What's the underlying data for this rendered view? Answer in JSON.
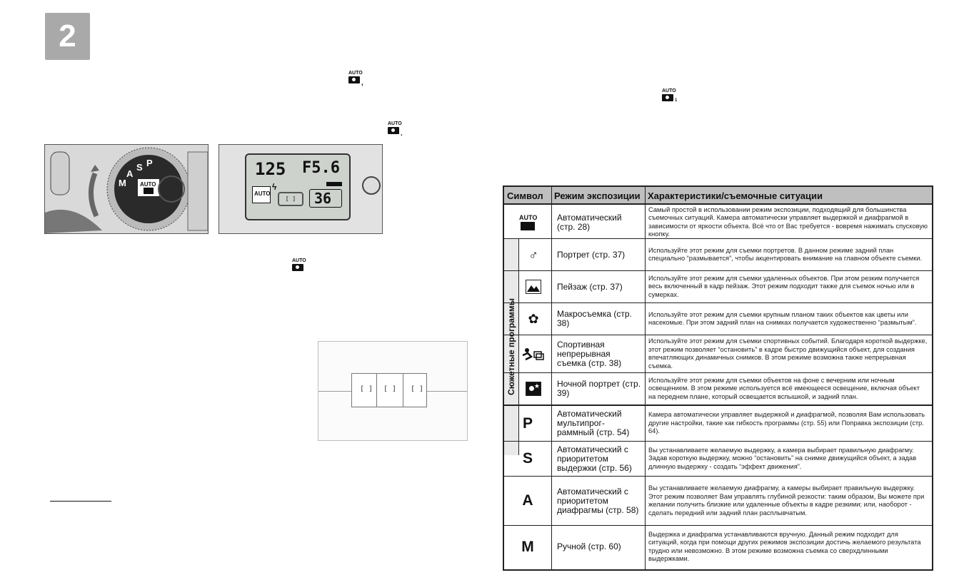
{
  "step": {
    "number": "2"
  },
  "auto_symbol": {
    "text": "AUTO"
  },
  "lcd": {
    "shutter": "125",
    "aperture": "F5.6",
    "frames": "36",
    "mode": "AUTO",
    "af": "[ ]"
  },
  "table": {
    "headers": {
      "symbol": "Символ",
      "mode": "Режим экспозиции",
      "desc": "Характеристики/съемочные ситуации"
    },
    "scene_group_label": "Сюжетные программы",
    "rows": [
      {
        "symbol": "AUTO",
        "mode": "Автоматический (стр. 28)",
        "desc": "Самый простой в использовании режим экспозиции, подходящий для большинства съемочных ситуаций. Камера автоматически управляет выдержкой и диафрагмой в зависимости от яркости объекта. Всё что от Вас требуется - вовремя нажимать спусковую кнопку."
      },
      {
        "symbol": "portrait-icon",
        "mode": "Портрет (стр. 37)",
        "desc": "Используйте этот режим для съемки портретов. В данном режиме задний план специально “размывается”, чтобы акцентировать внимание на главном объекте съемки."
      },
      {
        "symbol": "landscape-icon",
        "mode": "Пейзаж (стр. 37)",
        "desc": "Используйте этот режим для съемки удаленных объектов. При этом резким получается весь включенный в кадр пейзаж. Этот режим подходит также для съемок ночью или в сумерках."
      },
      {
        "symbol": "macro-icon",
        "mode": "Макросъемка (стр. 38)",
        "desc": "Используйте этот режим для съемки крупным планом таких объектов как цветы или насекомые. При этом задний план на снимках получается художественно “размытым”."
      },
      {
        "symbol": "sports-icon",
        "mode": "Спортивная непрерывная съемка (стр. 38)",
        "desc": "Используйте этот режим для съемки спортивных событий. Благодаря короткой выдержке, этот режим позволяет “остановить” в кадре быстро движущийся объект, для создания впечатляющих динамичных снимков. В этом режиме возможна также непрерывная съемка."
      },
      {
        "symbol": "night-portrait-icon",
        "mode": "Ночной портрет (стр. 39)",
        "desc": "Используйте этот режим для съемки объектов на фоне с вечерним или ночным освещением. В этом режиме используется всё имеющееся освещение, включая объект на переднем плане, который освещается вспышкой, и задний план."
      },
      {
        "symbol": "P",
        "mode": "Автоматический мультипрог-раммный (стр. 54)",
        "desc": "Камера автоматически управляет выдержкой и диафрагмой, позволяя Вам использовать другие настройки, такие как гибкость программы (стр. 55) или Поправка экспозиции (стр. 64)."
      },
      {
        "symbol": "S",
        "mode": "Автоматический с приоритетом выдержки (стр. 56)",
        "desc": "Вы устанавливаете желаемую выдержку, а камера выбирает правильную диафрагму. Задав короткую выдержку, можно “остановить” на снимке движущийся объект, а задав длинную выдержку - создать “эффект движения”."
      },
      {
        "symbol": "A",
        "mode": "Автоматический с приоритетом диафрагмы (стр. 58)",
        "desc": "Вы устанавливаете желаемую диафрагму, а камеры выбирает правильную выдержку. Этот режим позволяет Вам управлять глубиной резкости: таким образом, Вы можете при желании получить близкие или удаленные объекты в кадре резкими; или, наоборот - сделать передний или задний план расплывчатым."
      },
      {
        "symbol": "M",
        "mode": "Ручной (стр. 60)",
        "desc": "Выдержка и диафрагма устанавливаются вручную. Данный режим подходит для ситуаций, когда при помощи других режимов экспозиции достичь желаемого результата трудно или невозможно. В этом режиме возможна съемка со сверхдлинными выдержками."
      }
    ]
  }
}
